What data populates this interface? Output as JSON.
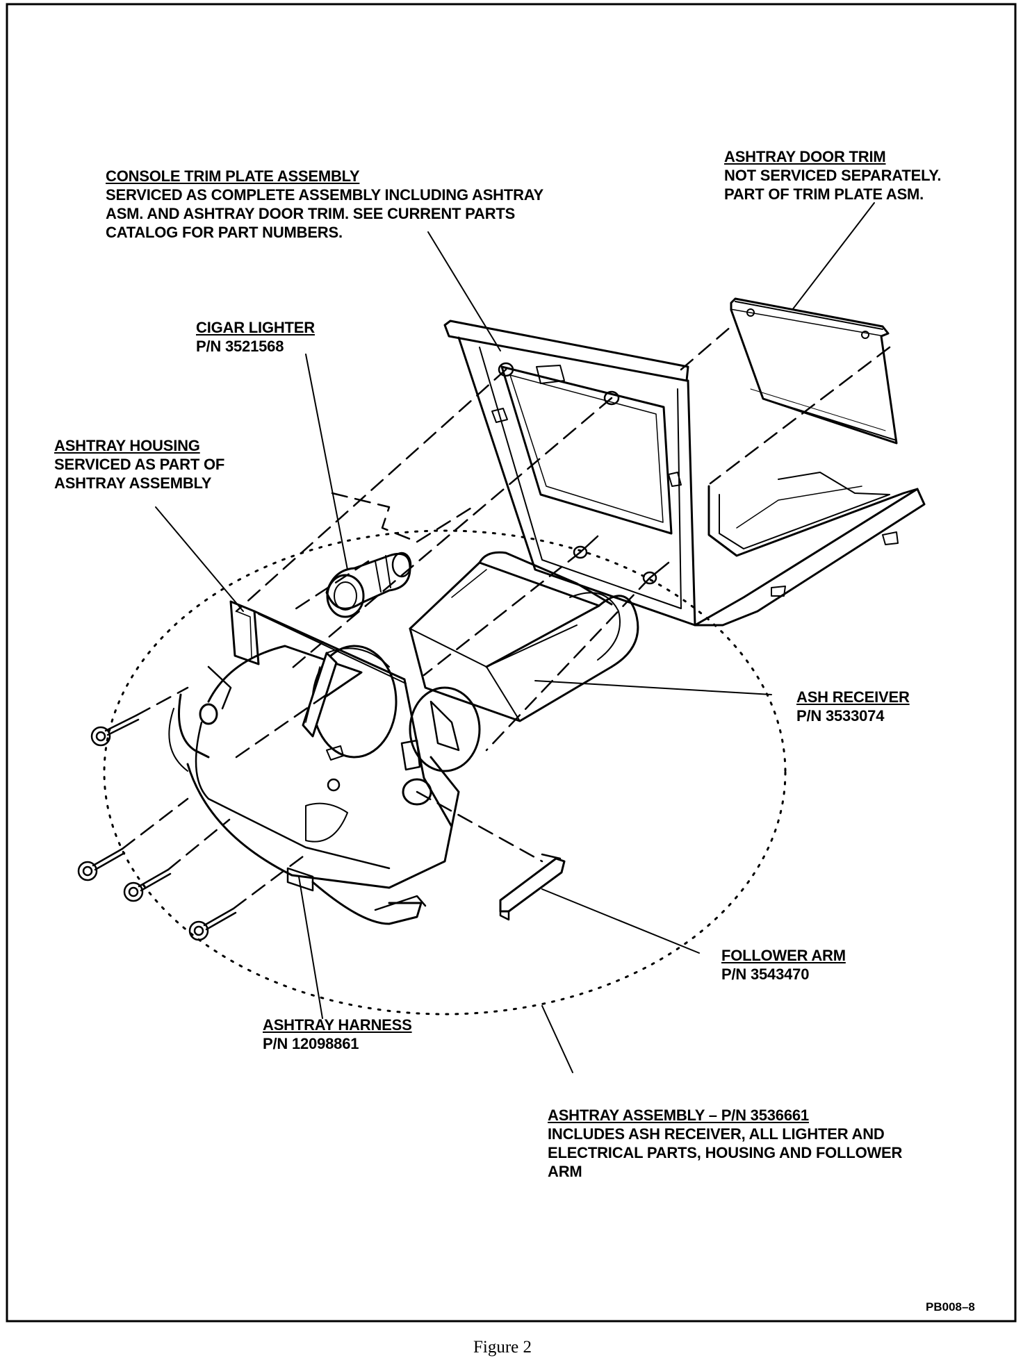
{
  "labels": {
    "console_trim": {
      "title": "CONSOLE TRIM PLATE ASSEMBLY",
      "lines": [
        "SERVICED AS COMPLETE ASSEMBLY INCLUDING ASHTRAY",
        "ASM. AND ASHTRAY DOOR TRIM.  SEE CURRENT PARTS",
        "CATALOG FOR PART NUMBERS."
      ]
    },
    "door_trim": {
      "title": "ASHTRAY DOOR TRIM",
      "lines": [
        "NOT SERVICED SEPARATELY.",
        "PART OF TRIM PLATE ASM."
      ]
    },
    "cigar_lighter": {
      "title": "CIGAR LIGHTER",
      "lines": [
        "P/N 3521568"
      ]
    },
    "housing": {
      "title": "ASHTRAY HOUSING",
      "lines": [
        "SERVICED AS PART OF",
        "ASHTRAY ASSEMBLY"
      ]
    },
    "ash_receiver": {
      "title": "ASH RECEIVER",
      "lines": [
        "P/N 3533074"
      ]
    },
    "follower_arm": {
      "title": "FOLLOWER ARM",
      "lines": [
        "P/N 3543470"
      ]
    },
    "harness": {
      "title": "ASHTRAY HARNESS",
      "lines": [
        "P/N 12098861"
      ]
    },
    "assembly": {
      "title": "ASHTRAY ASSEMBLY – P/N 3536661",
      "lines": [
        "INCLUDES ASH RECEIVER, ALL LIGHTER AND",
        "ELECTRICAL PARTS, HOUSING AND FOLLOWER",
        "ARM"
      ]
    }
  },
  "drawing_code": "PB008–8",
  "caption": "Figure 2"
}
